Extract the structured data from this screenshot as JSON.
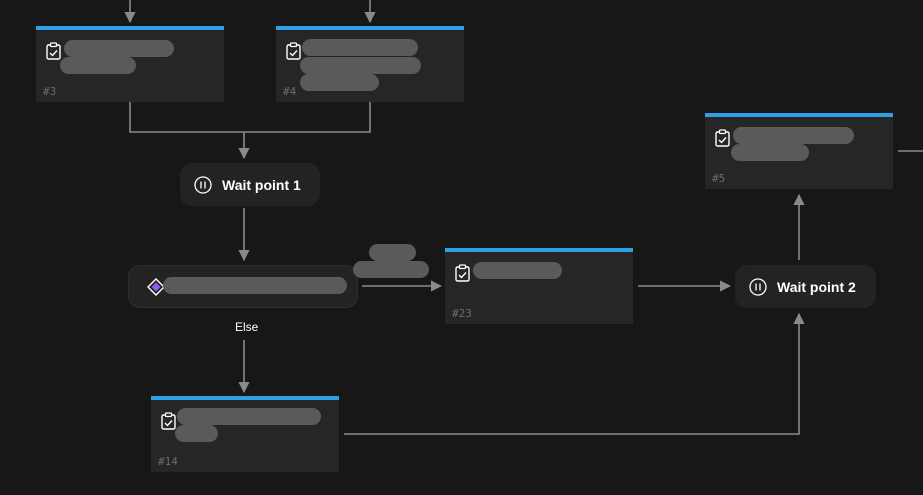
{
  "colors": {
    "background": "#171717",
    "node": "#262626",
    "accent": "#2f9fe8",
    "wire": "#8a8a8a",
    "placeholder": "#5a5a5a",
    "condition_icon": "#8b5cf6"
  },
  "tasks": [
    {
      "id": "task-3",
      "number": "#3",
      "icon": "clipboard-check-icon"
    },
    {
      "id": "task-4",
      "number": "#4",
      "icon": "clipboard-check-icon"
    },
    {
      "id": "task-5",
      "number": "#5",
      "icon": "clipboard-check-icon"
    },
    {
      "id": "task-23",
      "number": "#23",
      "icon": "clipboard-check-icon"
    },
    {
      "id": "task-14",
      "number": "#14",
      "icon": "clipboard-check-icon"
    }
  ],
  "wait_points": [
    {
      "id": "wait-point-1",
      "label": "Wait point 1",
      "icon": "pause-circle-icon"
    },
    {
      "id": "wait-point-2",
      "label": "Wait point 2",
      "icon": "pause-circle-icon"
    }
  ],
  "condition": {
    "icon": "diamond-icon",
    "else_label": "Else"
  }
}
